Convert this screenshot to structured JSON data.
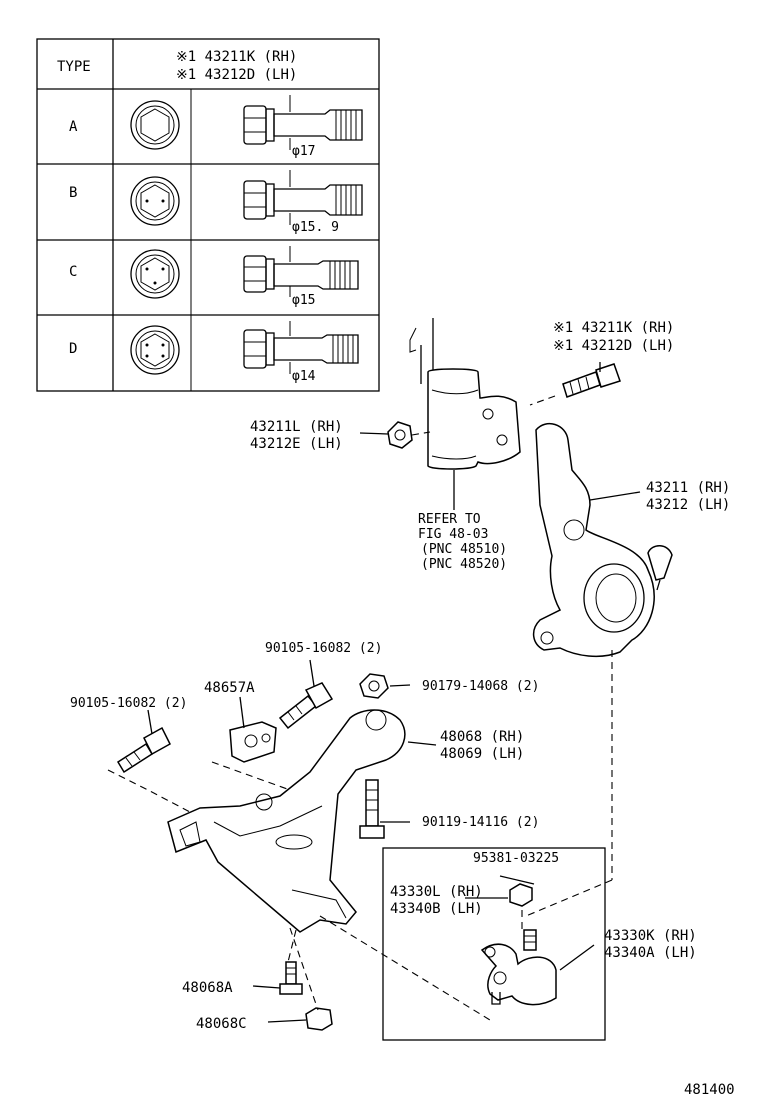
{
  "type_table": {
    "header": {
      "type_label": "TYPE",
      "part_line_1": "※1 43211K (RH)",
      "part_line_2": "※1 43212D (LH)"
    },
    "rows": [
      {
        "type": "A",
        "diameter": "φ17"
      },
      {
        "type": "B",
        "diameter": "φ15. 9"
      },
      {
        "type": "C",
        "diameter": "φ15"
      },
      {
        "type": "D",
        "diameter": "φ14"
      }
    ]
  },
  "labels": {
    "bolt_rh": "※1 43211K (RH)",
    "bolt_lh": "※1 43212D (LH)",
    "nut_rh": "43211L (RH)",
    "nut_lh": "43212E (LH)",
    "refer_1": "REFER TO",
    "refer_2": "FIG 48-03",
    "refer_3": "(PNC 48510)",
    "refer_4": "(PNC 48520)",
    "knuckle_rh": "43211 (RH)",
    "knuckle_lh": "43212 (LH)",
    "bolt_90105_top": "90105-16082 (2)",
    "bolt_90105_left": "90105-16082 (2)",
    "bracket": "48657A",
    "nut_90179": "90179-14068 (2)",
    "arm_rh": "48068 (RH)",
    "arm_lh": "48069 (LH)",
    "bolt_90119": "90119-14116 (2)",
    "pin_95381": "95381-03225",
    "bj_nut_rh": "43330L (RH)",
    "bj_nut_lh": "43340B (LH)",
    "bj_rh": "43330K (RH)",
    "bj_lh": "43340A (LH)",
    "bolt_48068A": "48068A",
    "nut_48068C": "48068C",
    "figure_number": "481400"
  }
}
